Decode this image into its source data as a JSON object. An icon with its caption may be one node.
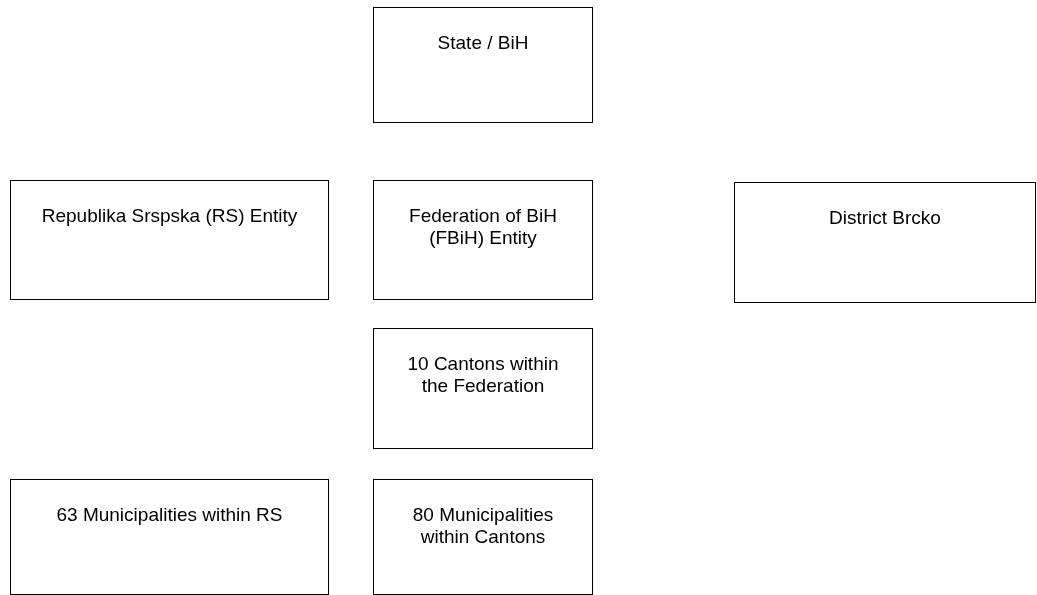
{
  "diagram": {
    "nodes": [
      {
        "text": [
          "State / BiH"
        ]
      },
      {
        "text": [
          "Republika Srspska (RS) Entity"
        ]
      },
      {
        "text": [
          "Federation of BiH (FBiH) Entity"
        ]
      },
      {
        "text": [
          "District Brcko"
        ]
      },
      {
        "text": [
          "10 Cantons within the Federation"
        ]
      },
      {
        "text": [
          "63 Municipalities within RS"
        ]
      },
      {
        "text": [
          "80 Municipalities within Cantons"
        ]
      }
    ]
  }
}
